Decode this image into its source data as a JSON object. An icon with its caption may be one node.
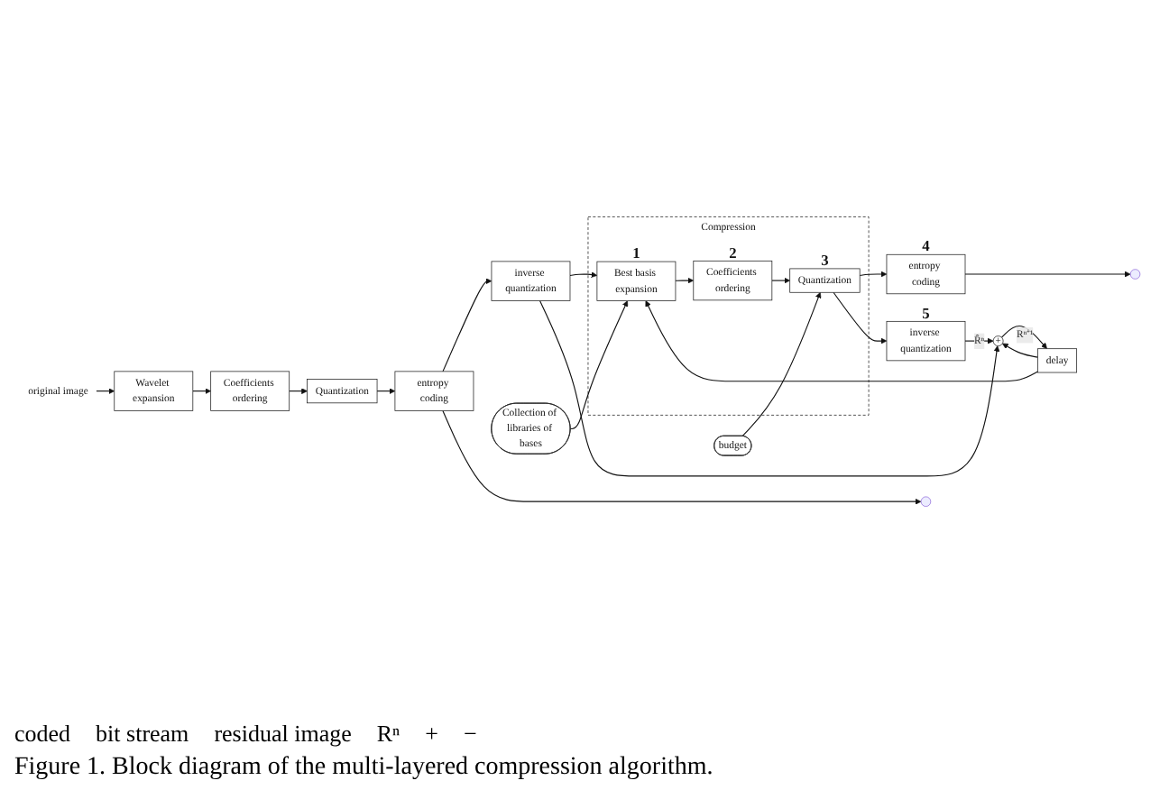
{
  "diagram": {
    "caption": "Figure 1. Block diagram of the multi-layered compression algorithm.",
    "nodes": [
      {
        "text": [
          "original image"
        ]
      },
      {
        "text": [
          "Wavelet expansion"
        ]
      },
      {
        "text": [
          "Coefficients ordering"
        ]
      },
      {
        "text": [
          "Quantization"
        ]
      },
      {
        "text": [
          "entropy coding"
        ]
      },
      {
        "text": [
          "inverse quantization"
        ]
      },
      {
        "text": [
          "Collection of libraries of bases"
        ]
      },
      {
        "text": [
          "budget"
        ]
      },
      {
        "text": [
          "Compression"
        ]
      },
      {
        "text": [
          "Best basis expansion"
        ],
        "in": 8,
        "beside": [
          "1"
        ]
      },
      {
        "text": [
          "Coefficients ordering"
        ],
        "in": 8,
        "beside": [
          "2"
        ]
      },
      {
        "text": [
          "Quantization"
        ],
        "in": 8,
        "beside": [
          "3"
        ]
      },
      {
        "text": [
          "entropy coding"
        ],
        "beside": [
          "4"
        ]
      },
      {
        "text": [
          "inverse quantization"
        ],
        "beside": [
          "5"
        ]
      },
      {
        "text": [
          "+"
        ]
      },
      {
        "text": [
          "delay"
        ]
      }
    ],
    "edges": [
      {
        "from": 0,
        "to": 1,
        "arrow": "to"
      },
      {
        "from": 1,
        "to": 2,
        "arrow": "to"
      },
      {
        "from": 2,
        "to": 3,
        "arrow": "to"
      },
      {
        "from": 3,
        "to": 4,
        "arrow": "to"
      },
      {
        "from": 4,
        "to": 5,
        "arrow": "to"
      },
      {
        "from": 4,
        "to": null,
        "arrow": "to"
      },
      {
        "from": 5,
        "to": 9,
        "arrow": "to"
      },
      {
        "from": 15,
        "to": 9,
        "arrow": "to"
      },
      {
        "from": 5,
        "to": 14,
        "arrow": "to"
      },
      {
        "from": 15,
        "to": 14,
        "arrow": "to"
      },
      {
        "from": 6,
        "to": 9,
        "arrow": "to"
      },
      {
        "from": 7,
        "to": 11,
        "arrow": "to"
      },
      {
        "from": 9,
        "to": 10,
        "arrow": "to"
      },
      {
        "from": 10,
        "to": 11,
        "arrow": "to"
      },
      {
        "from": 11,
        "to": 12,
        "arrow": "to"
      },
      {
        "from": 11,
        "to": 13,
        "arrow": "to"
      },
      {
        "from": 12,
        "to": null,
        "arrow": "to"
      },
      {
        "from": 13,
        "to": 14,
        "label": "R̂ⁿ",
        "arrow": "to"
      },
      {
        "from": 14,
        "to": 15,
        "label": "Rⁿ⁺¹",
        "arrow": "to"
      }
    ],
    "labels": [
      "coded",
      "bit stream",
      "residual image",
      "Rⁿ",
      "+",
      "−"
    ]
  }
}
